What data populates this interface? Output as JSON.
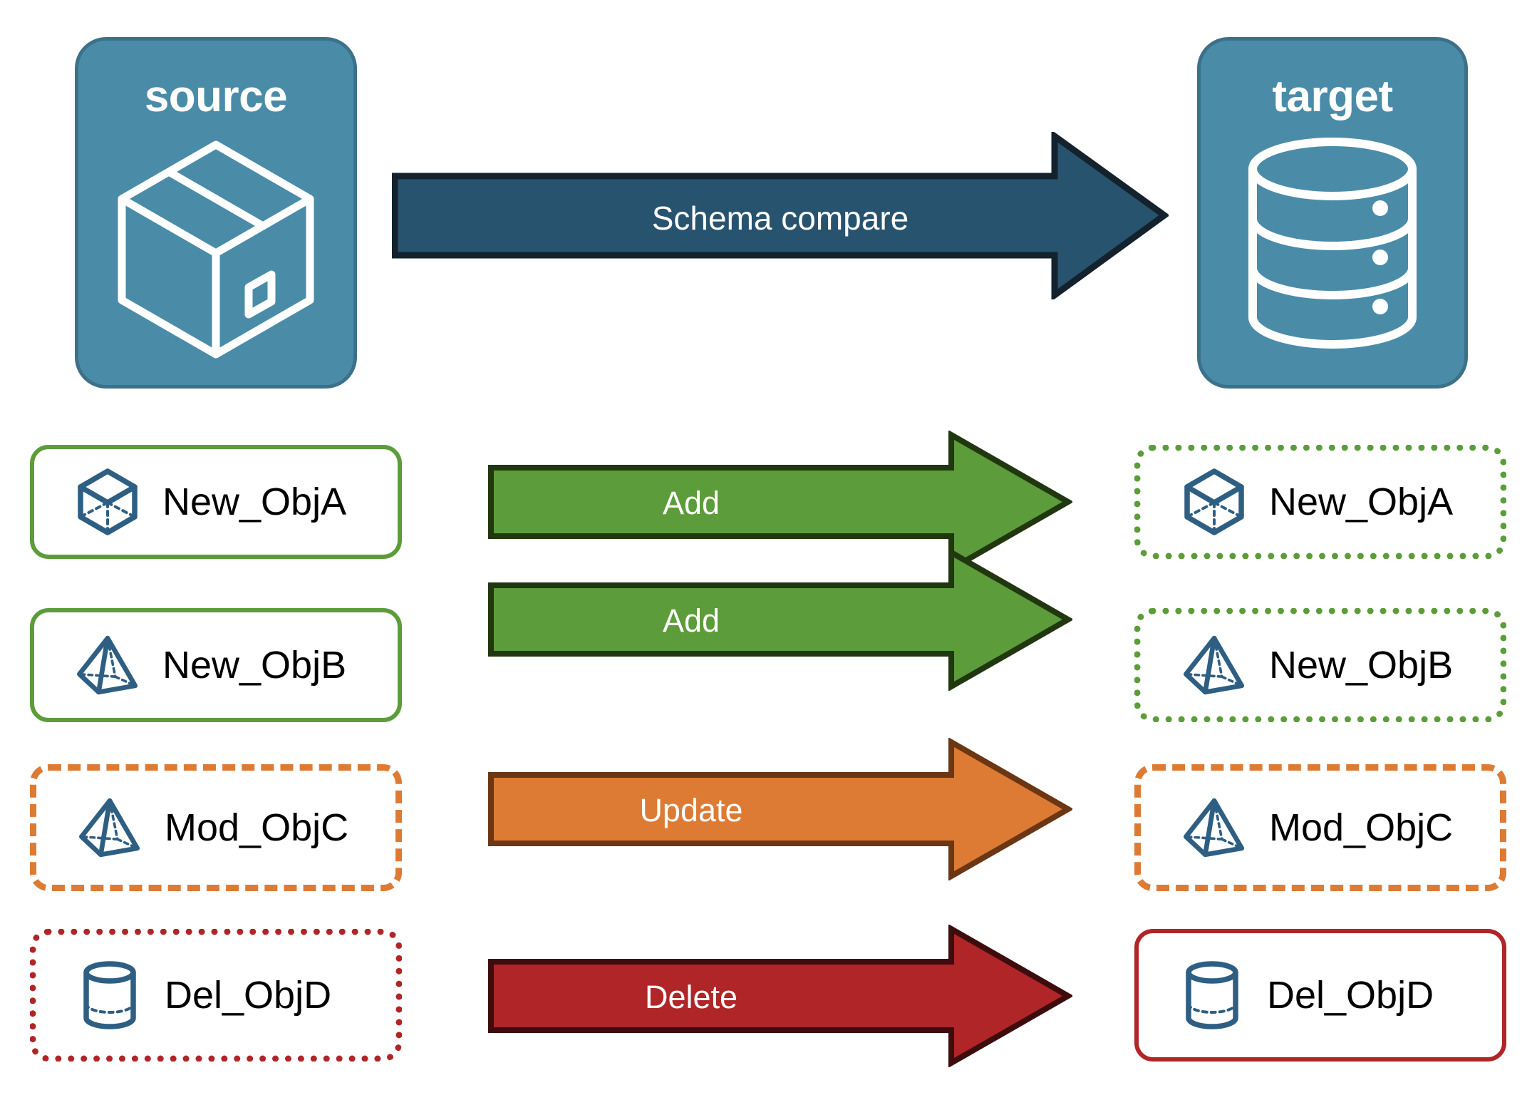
{
  "endpoints": {
    "source": {
      "title": "source",
      "icon": "package-box-icon",
      "fill": "#4a8ca8",
      "border": "#3c7189"
    },
    "target": {
      "title": "target",
      "icon": "database-cylinder-icon",
      "fill": "#4a8ca8",
      "border": "#3c7189"
    }
  },
  "main_arrow": {
    "label": "Schema compare",
    "fill": "#28536f",
    "stroke": "#14222e"
  },
  "colors": {
    "add": "#5c9c3a",
    "add_stroke": "#21370f",
    "update": "#dd7b34",
    "update_stroke": "#6b3613",
    "delete": "#b02527",
    "delete_stroke": "#3d0d0e",
    "object_icon": "#2e5f83",
    "text": "#000000"
  },
  "rows": [
    {
      "action": "Add",
      "arrow_fill": "#5c9c3a",
      "arrow_stroke": "#21370f",
      "source": {
        "label": "New_ObjA",
        "icon": "wireframe-cube-icon",
        "border_style": "solid",
        "border_color": "#5c9c3a"
      },
      "target": {
        "label": "New_ObjA",
        "icon": "wireframe-cube-icon",
        "border_style": "dotted",
        "border_color": "#5c9c3a"
      }
    },
    {
      "action": "Add",
      "arrow_fill": "#5c9c3a",
      "arrow_stroke": "#21370f",
      "source": {
        "label": "New_ObjB",
        "icon": "wireframe-pyramid-icon",
        "border_style": "solid",
        "border_color": "#5c9c3a"
      },
      "target": {
        "label": "New_ObjB",
        "icon": "wireframe-pyramid-icon",
        "border_style": "dotted",
        "border_color": "#5c9c3a"
      }
    },
    {
      "action": "Update",
      "arrow_fill": "#dd7b34",
      "arrow_stroke": "#6b3613",
      "source": {
        "label": "Mod_ObjC",
        "icon": "wireframe-pyramid-icon",
        "border_style": "dashed",
        "border_color": "#dd7b34"
      },
      "target": {
        "label": "Mod_ObjC",
        "icon": "wireframe-pyramid-icon",
        "border_style": "dashed",
        "border_color": "#dd7b34"
      }
    },
    {
      "action": "Delete",
      "arrow_fill": "#b02527",
      "arrow_stroke": "#3d0d0e",
      "source": {
        "label": "Del_ObjD",
        "icon": "wireframe-cylinder-icon",
        "border_style": "dotted",
        "border_color": "#b02527"
      },
      "target": {
        "label": "Del_ObjD",
        "icon": "wireframe-cylinder-icon",
        "border_style": "solid",
        "border_color": "#b02527"
      }
    }
  ]
}
